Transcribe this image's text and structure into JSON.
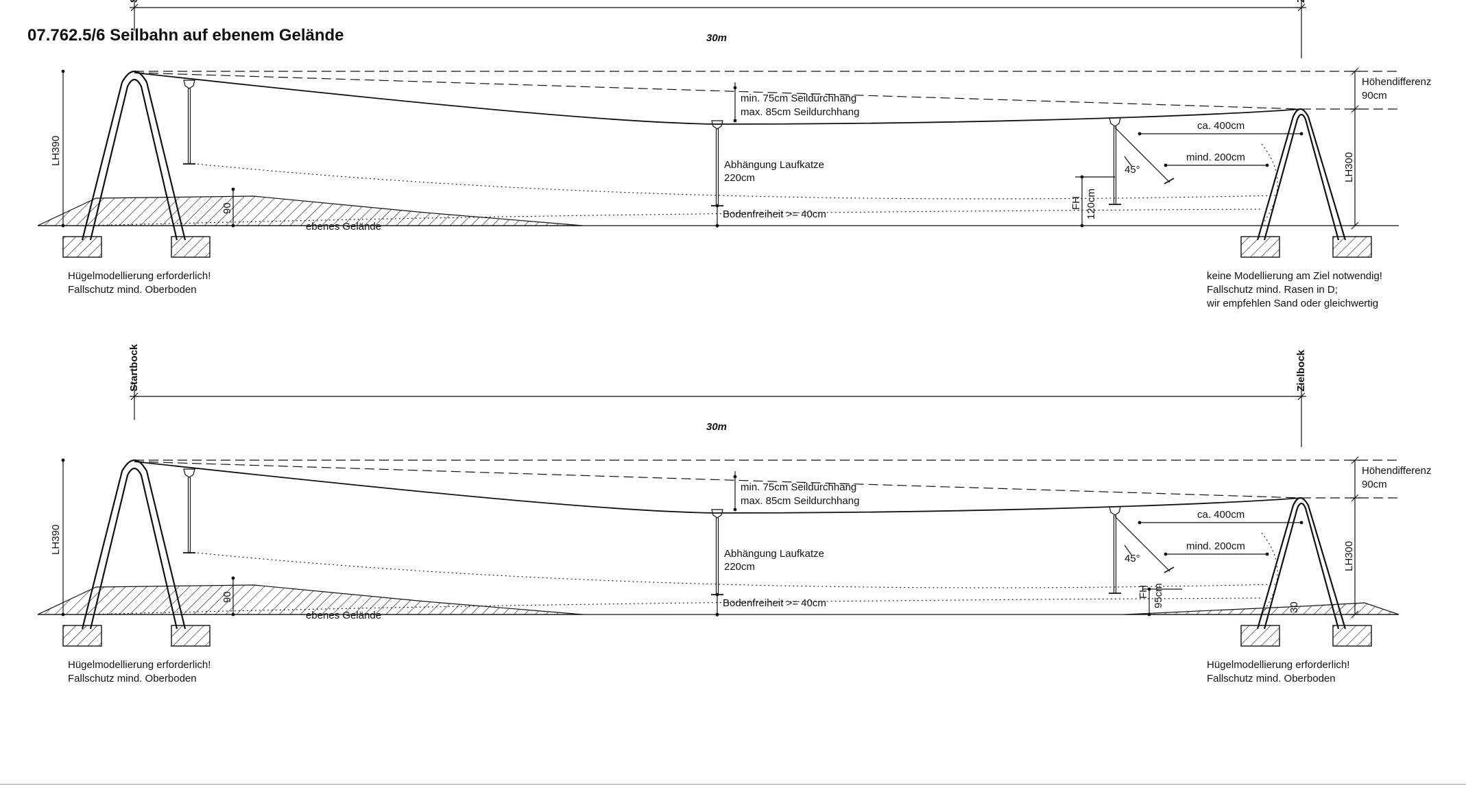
{
  "title": "07.762.5/6 Seilbahn auf ebenem Gelände",
  "panels": [
    {
      "start_label": "Startbock",
      "end_label": "Zielbock",
      "span": "30m",
      "height_diff_label": "Höhendifferenz",
      "height_diff_value": "90cm",
      "lh_start": "LH390",
      "lh_end": "LH300",
      "sag_min": "min. 75cm Seildurchhang",
      "sag_max": "max. 85cm Seildurchhang",
      "trolley_label": "Abhängung Laufkatze",
      "trolley_value": "220cm",
      "clearance": "Bodenfreiheit >= 40cm",
      "ground": "ebenes Gelände",
      "mound_height": "90",
      "ca_dist": "ca. 400cm",
      "min_dist": "mind. 200cm",
      "angle": "45°",
      "fh": "FH",
      "fh_value": "120cm",
      "end_mound": "",
      "note_left": [
        "Hügelmodellierung erforderlich!",
        "Fallschutz mind. Oberboden"
      ],
      "note_right": [
        "keine Modellierung am Ziel notwendig!",
        "Fallschutz mind. Rasen in D;",
        "wir empfehlen Sand oder gleichwertig"
      ]
    },
    {
      "start_label": "Startbock",
      "end_label": "Zielbock",
      "span": "30m",
      "height_diff_label": "Höhendifferenz",
      "height_diff_value": "90cm",
      "lh_start": "LH390",
      "lh_end": "LH300",
      "sag_min": "min. 75cm Seildurchhang",
      "sag_max": "max. 85cm Seildurchhang",
      "trolley_label": "Abhängung Laufkatze",
      "trolley_value": "220cm",
      "clearance": "Bodenfreiheit >= 40cm",
      "ground": "ebenes Gelände",
      "mound_height": "90",
      "ca_dist": "ca. 400cm",
      "min_dist": "mind. 200cm",
      "angle": "45°",
      "fh": "FH",
      "fh_value": "95cm",
      "end_mound": "30",
      "note_left": [
        "Hügelmodellierung erforderlich!",
        "Fallschutz mind. Oberboden"
      ],
      "note_right": [
        "Hügelmodellierung erforderlich!",
        "Fallschutz mind. Oberboden"
      ]
    }
  ]
}
